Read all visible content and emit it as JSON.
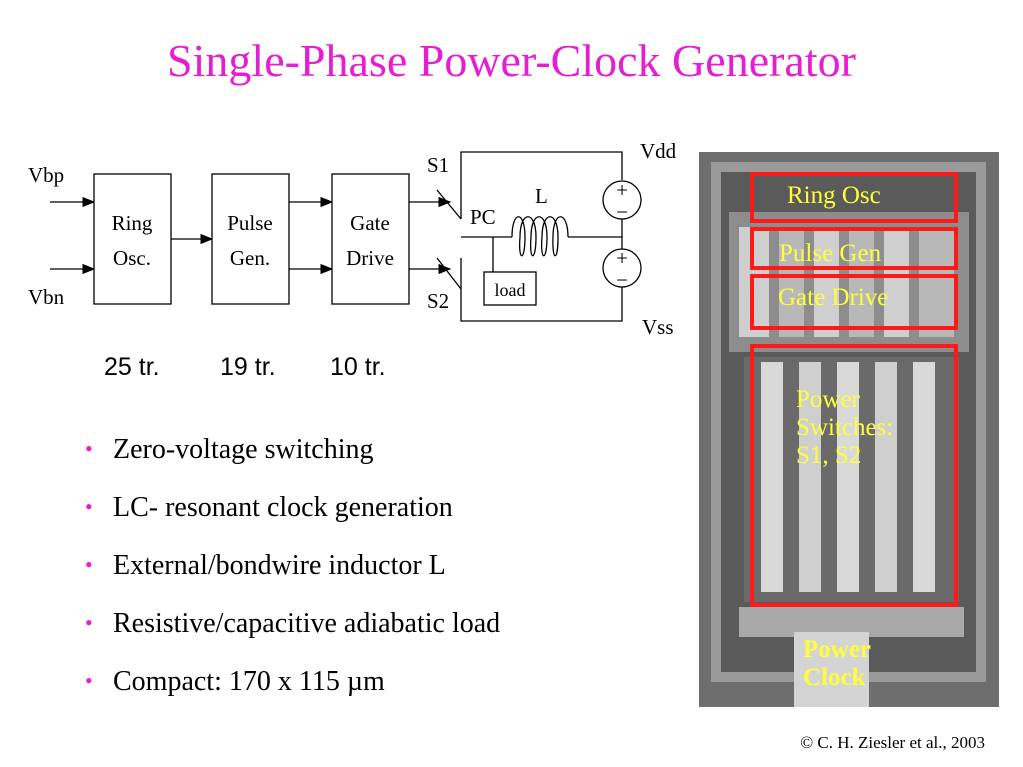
{
  "title": "Single-Phase Power-Clock Generator",
  "diagram": {
    "inputs": [
      "Vbp",
      "Vbn"
    ],
    "blocks": [
      {
        "line1": "Ring",
        "line2": "Osc."
      },
      {
        "line1": "Pulse",
        "line2": "Gen."
      },
      {
        "line1": "Gate",
        "line2": "Drive"
      }
    ],
    "switches": [
      "S1",
      "S2"
    ],
    "inductor": "L",
    "node": "PC",
    "load": "load",
    "vdd": "Vdd",
    "vss": "Vss",
    "plus": "+",
    "minus": "−"
  },
  "transistor_counts": [
    "25 tr.",
    "19 tr.",
    "10 tr."
  ],
  "bullets": [
    "Zero-voltage switching",
    "LC- resonant clock generation",
    "External/bondwire inductor L",
    "Resistive/capacitive adiabatic load",
    "Compact: 170 x 115 µm"
  ],
  "bullet_glyph": "•",
  "chip": {
    "ring_osc": "Ring Osc",
    "pulse_gen": "Pulse Gen",
    "gate_drive": "Gate Drive",
    "power_switches": [
      "Power",
      "Switches:",
      "S1, S2"
    ],
    "power_clock": [
      "Power",
      "Clock"
    ]
  },
  "credit": "© C. H. Ziesler et al., 2003",
  "colors": {
    "title": "#e61ed2",
    "highlight_box": "#ff1a1a",
    "chip_label": "#ffff3c"
  }
}
